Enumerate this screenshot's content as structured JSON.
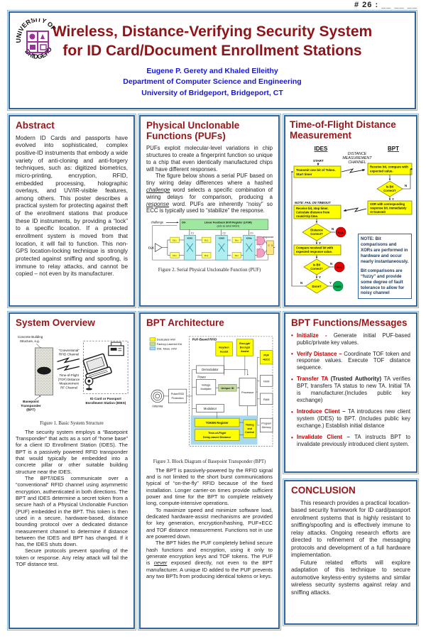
{
  "meta": {
    "number_note": "# 26 : __ __ __"
  },
  "colors": {
    "panel_border": "#31639f",
    "title_red": "#96161a",
    "author_blue": "#1616dd",
    "bullet_red": "#c00000",
    "flow_yellow": "#ffff00",
    "fail_red": "#e60000",
    "pass_green": "#00b050",
    "note_navy": "#17375e",
    "seal_purple": "#993399",
    "lfsr_green": "#9fe89f",
    "switch_cyan": "#aeeef0",
    "dist_blue": "#a6d8ee"
  },
  "header": {
    "title_line1": "Wireless, Distance-Verifying Security System",
    "title_line2": "for ID Card/Document Enrollment Stations",
    "authors": "Eugene P. Gerety and Khaled Elleithy",
    "dept": "Department of Computer Science and Engineering",
    "univ": "University of Bridgeport, Bridgeport, CT",
    "seal_top": "UNIVERSITY OF",
    "seal_bottom": "BRIDGEPORT"
  },
  "abstract": {
    "title": "Abstract",
    "body": "Modern ID Cards and passports have evolved into sophisticated, complex positive-ID instruments that embody a wide variety of anti-cloning and anti-forgery techniques, such as: digitized biometrics, micro-printing, encryption, RFID, embedded processing, holographic overlays, and UV/IR-visible features, among others. This poster describes a practical system for protecting against theft of the enrollment stations that produce these ID instruments, by providing a “lock” to a specific location. If a protected enrollment system is moved from that location, it will fail to function. This non-GPS location-locking technique is strongly protected against sniffing and spoofing, is immune to relay attacks, and cannot be copied – not even by its manufacturer."
  },
  "pufs": {
    "title_line1": "Physical Unclonable",
    "title_line2": "Functions (PUFs)",
    "p1": "PUFs exploit molecular-level variations in chip structures to create a fingerprint function so unique to a chip that even identically manufactured chips will have different responses.",
    "p2_seg1": "The figure below shows a serial PUF based on tiny wiring delay differences where a hashed ",
    "p2_challenge": "challenge",
    "p2_seg2": " word selects a specific combination of wiring delays for comparison, producing a ",
    "p2_response": "response",
    "p2_seg3": " word. PUFs are inherently “noisy” so ECC is typically used to “stabilize” the response.",
    "figure": {
      "challenge_label": "challenge",
      "din": "Din",
      "lfsr_line1": "Linear Feedback Shift Register (LFSR)",
      "lfsr_line2": "(acts as serial HASH)",
      "clk": "CLK",
      "taps": [
        "C1",
        "C2",
        "Cn"
      ],
      "dl": [
        "DL1",
        "DL2",
        "DLn"
      ],
      "xsw": [
        "XSW1",
        "XSW2",
        "XSWn"
      ],
      "dots": "- - -",
      "d": "D",
      "q": "Q",
      "response_label": "response",
      "caption": "Figure 2. Serial Physical Unclonable Function (PUF)"
    }
  },
  "tof": {
    "title_line1": "Time-of-Flight Distance",
    "title_line2": "Measurement",
    "col_left": "IDES",
    "col_right": "BPT",
    "channel": [
      "DISTANCE",
      "MEASUREMENT",
      "CHANNEL"
    ],
    "start": "START",
    "box_transmit": [
      "Transmit one bit of Token.",
      "Start timer"
    ],
    "box_receive": [
      "Receive bit, compare with",
      "expected value."
    ],
    "diamond_is_bit": [
      "Is Bit",
      "Correct?"
    ],
    "box_xor": [
      "XOR with corresponding",
      "response bit. Immediately",
      "re-transmit"
    ],
    "note_timeout": "NOTE: FAIL ON TIMEOUT",
    "box_stop": [
      "Receive bit, stop timer.",
      "Calculate distance from",
      "round-trip time."
    ],
    "diamond_distance": [
      "Distance",
      "Correct?"
    ],
    "box_compare": [
      "Compare received bit with",
      "expected response value."
    ],
    "diamond_done": "Done?",
    "fail": "FAIL",
    "pass": "PASS",
    "y": "Y",
    "n": "N",
    "note_p1": "NOTE:  Bit comparisons and XORs are performed in hardware and occur nearly instantaneously.",
    "note_p2": "Bit comparisons are “fuzzy” and provide some degree of fault tolerance to allow for noisy channel"
  },
  "overview": {
    "title": "System Overview",
    "fig": {
      "concrete_label": [
        "Concrete Building",
        "Structure, e.g."
      ],
      "rfid_channel": [
        "“Conventional”",
        "RFID Channel"
      ],
      "tof_channel": [
        "Time-of-Flight",
        "(TOF) Distance",
        "Measurement",
        "RF Channel"
      ],
      "bpt_label": [
        "Basepoint",
        "Transponder",
        "(BPT)"
      ],
      "ides_label": [
        "ID Card or Passport",
        "Enrollment Station (IDES)"
      ],
      "caption": "Figure 1. Basic System Structure"
    },
    "p1": "The security system employs a “Basepoint Transponder” that acts as a sort of “home base” for a client ID Enrollment Station (IDES). The BPT is a passively powered RFID transponder that would typically be embedded into a concrete pillar or other suitable building structure near the IDES.",
    "p2": "The BPT/IDES communicate over a “conventional” RFID channel using asymmetric encryption, authenticated in both directions. The BPT and IDES determine a secret token from a secure hash of a Physical Unclonable Function (PUF) embedded in the BPT. This token is then used in a secure, hardware-based, distance bounding protocol over a dedicated distance measurement channel to determine if distance between the IDES and BPT has changed. If it has, the IDES shuts down.",
    "p3": "Secure protocols prevent spoofing of the token or response. Any relay attack will fail the TOF distance test."
  },
  "arch": {
    "title": "BPT Architecture",
    "fig": {
      "dashed_label": "PUF-Based RFID",
      "legend": [
        "Dedicated H/W",
        "Factory-Lasered ID#",
        "Dist. Meas. H/W"
      ],
      "antenna": "Antenna",
      "pulse": [
        "Pulse/ESD",
        "Protection"
      ],
      "power": "Power",
      "voltage": [
        "Voltage",
        "Multiplier"
      ],
      "demod": "Demodulator",
      "mod": "Modulator",
      "unique_id": "Unique ID",
      "processor": "Processor",
      "keygen": [
        "KeyGen",
        "Assist"
      ],
      "encrypt": [
        "Encrypt/",
        "Decrypt",
        "Assist"
      ],
      "puf_ecc": [
        "PUF",
        "+ECC"
      ],
      "nvm": "NVM",
      "ram": "RAM",
      "prog_mem": [
        "Program",
        "Memory"
      ],
      "token_reg": "TOKEN Register",
      "tof_box": [
        "Time-of-Flight",
        "Delay-based Distance"
      ],
      "timing": [
        "Timing",
        "and",
        "Control"
      ],
      "caption": "Figure 3. Block Diagram of Basepoint Transponder (BPT)"
    },
    "p1": "The BPT is passively-powered by the RFID signal and is not limited to the short burst communications typical of “on-the-fly” RFID because of the fixed installation. Longer carrier-on times provide sufficient power and time for the BPT to complete relatively long, compute-intensive operations.",
    "p2": "To maximize speed and minimize software load, dedicated hardware-assist mechanisms are provided for key generation, encryption/hashing, PUF+ECC and TOF distance measurement. Functions not in use are powered down.",
    "p3_seg1": "The BPT hides the PUF completely behind secure hash functions and encryption, using it only to generate encryption keys and TOF tokens.  The PUF is ",
    "p3_never": "never",
    "p3_seg2": " exposed directly, not even to the BPT manufacturer. A unique ID added to the PUF prevents any two BPTs from producing identical tokens or keys."
  },
  "functions": {
    "title": "BPT Functions/Messages",
    "items": [
      {
        "lead": "Initialize - ",
        "bold": "",
        "text": "Generate initial PUF-based public/private key values."
      },
      {
        "lead": "Verify Distance – ",
        "bold": "",
        "text": "Coordinate TOF token and response values.  Execute TOF distance sequence."
      },
      {
        "lead": "Transfer TA ",
        "bold": "(Trusted Authority)",
        "text": " TA verifies BPT, transfers TA status to new TA. Initial TA is manufacturer.(Includes public key exchange)"
      },
      {
        "lead": "Introduce Client – ",
        "bold": "",
        "text": "TA introduces new client system (IDES) to BPT. (Includes public key exchange.) Establish initial distance"
      },
      {
        "lead": "Invalidate Client – ",
        "bold": "",
        "text": "TA instructs BPT to invalidate previously introduced client system."
      }
    ]
  },
  "conclusion": {
    "title": "CONCLUSION",
    "p1": "This research provides a practical location-based security framework for ID card/passport enrollment systems that is highly resistant to sniffing/spoofing and is effectively immune to relay attacks. Ongoing research efforts are directed to refinement of the messaging protocols and development of a full hardware implementation.",
    "p2": "Future related efforts will explore adaptation of this technique to secure automotive keyless-entry systems and similar wireless security systems against relay and sniffing attacks."
  }
}
